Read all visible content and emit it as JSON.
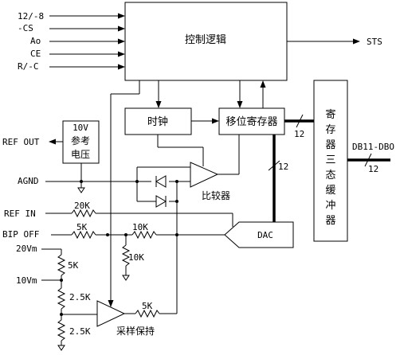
{
  "inputs": [
    "12/-8",
    "-CS",
    "Ao",
    "CE",
    "R/-C"
  ],
  "blocks": {
    "control_logic": "控制逻辑",
    "clock": "时钟",
    "shift_register": "移位寄存器",
    "buffer": [
      "寄",
      "存",
      "器",
      "三",
      "态",
      "缓",
      "冲",
      "器"
    ],
    "comparator": "比较器",
    "dac": "DAC",
    "sample_hold": "采样保持",
    "ref10v_line1": "10V",
    "ref10v_line2": "参考",
    "ref10v_line3": "电压"
  },
  "signals": {
    "sts": "STS",
    "ref_out": "REF OUT",
    "agnd": "AGND",
    "ref_in": "REF IN",
    "bip_off": "BIP OFF",
    "vin20": "20Vm",
    "vin10": "10Vm",
    "data_bus": "DB11-DBO"
  },
  "values": {
    "bus_width_1": "12",
    "bus_width_2": "12",
    "bus_width_3": "12",
    "r_refin": "20K",
    "r_bipoff": "5K",
    "r_bip_series": "10K",
    "r_bip_shunt": "10K",
    "r_div1": "5K",
    "r_div2": "2.5K",
    "r_div3": "2.5K",
    "r_sh": "5K"
  }
}
